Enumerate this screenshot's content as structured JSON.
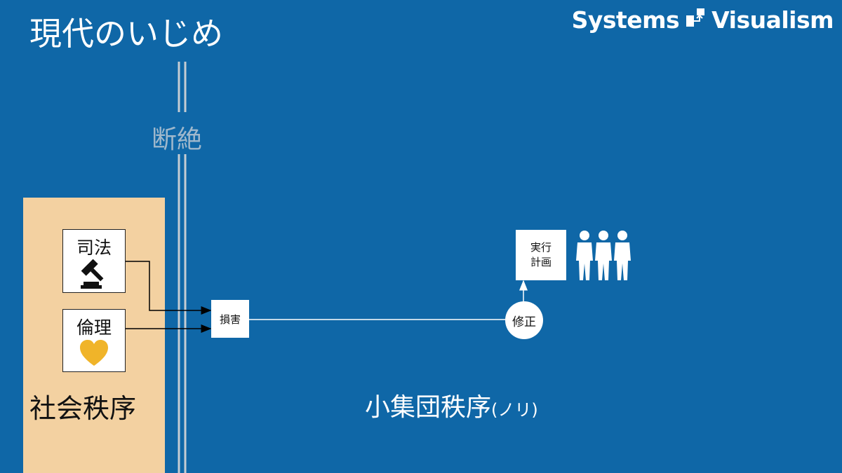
{
  "title": "現代のいじめ",
  "brand": {
    "left": "Systems",
    "right": "Visualism"
  },
  "break_label": "断絶",
  "social_order": {
    "label": "社会秩序",
    "cards": [
      {
        "label": "司法",
        "icon": "gavel-icon"
      },
      {
        "label": "倫理",
        "icon": "heart-icon"
      }
    ]
  },
  "flow": {
    "damage": "損害",
    "fix": "修正",
    "plan_line1": "実行",
    "plan_line2": "計画",
    "people_icon": "group-of-people-icon"
  },
  "small_group": {
    "label": "小集団秩序",
    "note": "(ノリ)"
  },
  "colors": {
    "background": "#0f67a7",
    "social_panel": "#f3d1a1",
    "heart": "#f0b429",
    "divider": "#c5ccd3"
  }
}
